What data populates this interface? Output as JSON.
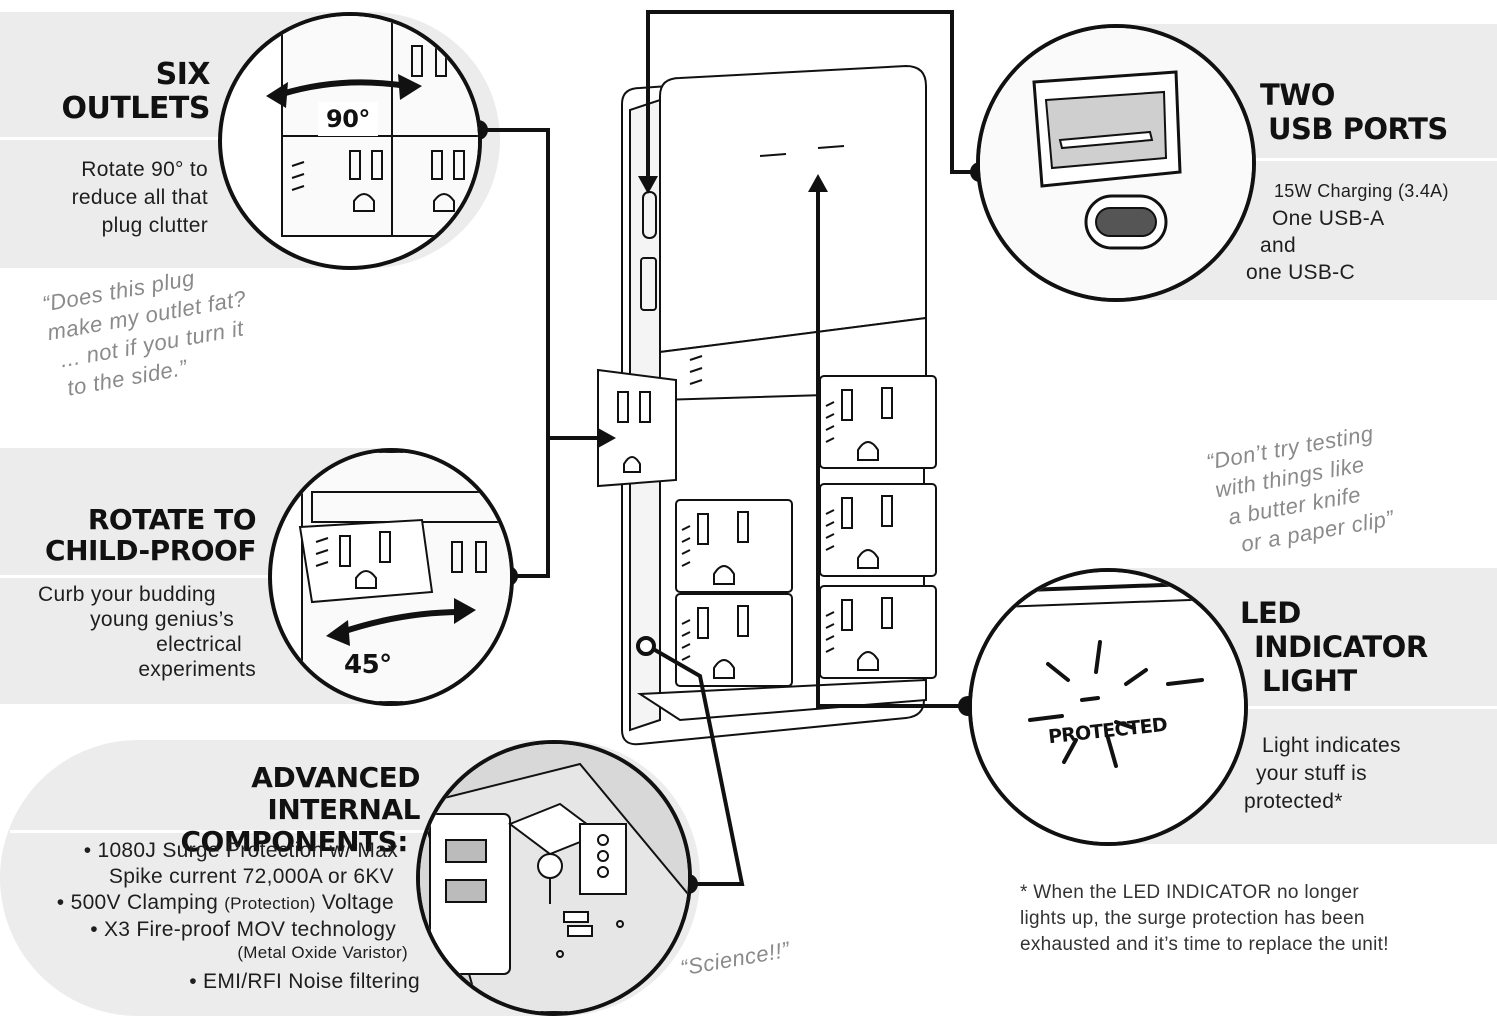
{
  "six_outlets": {
    "title": [
      "SIX",
      "OUTLETS"
    ],
    "desc": [
      "Rotate 90° to",
      "reduce all that",
      "plug clutter"
    ],
    "angle": "90°"
  },
  "quote_plug": [
    "“Does this plug",
    "make my outlet fat?",
    "... not if you turn it",
    "to the side.”"
  ],
  "child_proof": {
    "title": [
      "ROTATE TO",
      "CHILD-PROOF"
    ],
    "desc": [
      "Curb your budding",
      "young genius’s",
      "electrical",
      "experiments"
    ],
    "angle": "45°"
  },
  "internal": {
    "title": [
      "ADVANCED INTERNAL",
      "COMPONENTS:"
    ],
    "items": [
      "• 1080J Surge Protection w/ Max",
      "Spike current 72,000A or 6KV",
      "• 500V Clamping",
      "(Protection)",
      "Voltage",
      "• X3 Fire-proof MOV technology",
      "(Metal Oxide Varistor)",
      "• EMI/RFI Noise filtering"
    ]
  },
  "quote_science": "“Science!!”",
  "usb": {
    "title": [
      "TWO",
      "USB PORTS"
    ],
    "desc": [
      "15W Charging (3.4A)",
      "One USB-A",
      "and",
      "one USB-C"
    ]
  },
  "quote_testing": [
    "“Don’t try testing",
    "with things like",
    "a butter knife",
    "or a paper clip”"
  ],
  "led": {
    "title": [
      "LED",
      "INDICATOR",
      "LIGHT"
    ],
    "desc": [
      "Light indicates",
      "your stuff is",
      "protected*"
    ],
    "badge": "PROTECTED"
  },
  "footnote": [
    "* When the LED INDICATOR no longer",
    "lights up, the surge protection has been",
    "exhausted and it’s time to replace the unit!"
  ],
  "colors": {
    "panel": "#ececec",
    "ink": "#111111",
    "quote": "#8a8a8a"
  }
}
